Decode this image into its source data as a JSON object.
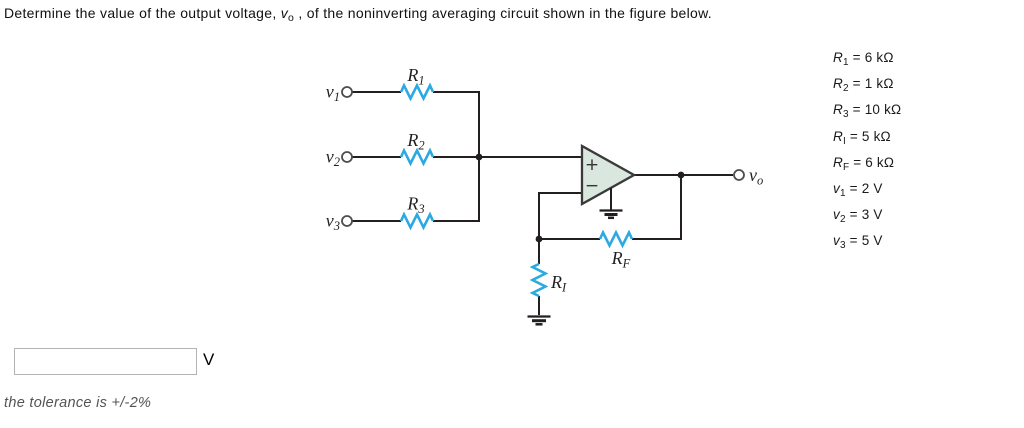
{
  "title": {
    "prefix": "Determine the value of the output voltage, ",
    "var": "v",
    "sub": "o",
    "suffix": " , of the noninverting averaging circuit shown in the figure below."
  },
  "circuit": {
    "colors": {
      "wire": "#231f20",
      "resistor": "#2aa9e2",
      "opamp_fill": "#d9e7de",
      "opamp_stroke": "#3a3a3a"
    },
    "labels": {
      "input1": {
        "var": "v",
        "sub": "1"
      },
      "input2": {
        "var": "v",
        "sub": "2"
      },
      "input3": {
        "var": "v",
        "sub": "3"
      },
      "r1": {
        "var": "R",
        "sub": "1"
      },
      "r2": {
        "var": "R",
        "sub": "2"
      },
      "r3": {
        "var": "R",
        "sub": "3"
      },
      "rf": {
        "var": "R",
        "sub": "F"
      },
      "ri": {
        "var": "R",
        "sub": "I"
      },
      "vout": {
        "var": "v",
        "sub": "o"
      },
      "plus": "+",
      "minus": "−"
    }
  },
  "values": [
    {
      "var": "R",
      "sub": "1",
      "rest": " = 6 kΩ"
    },
    {
      "var": "R",
      "sub": "2",
      "rest": " = 1 kΩ"
    },
    {
      "var": "R",
      "sub": "3",
      "rest": " = 10 kΩ"
    },
    {
      "var": "R",
      "sub": "I",
      "rest": " = 5 kΩ"
    },
    {
      "var": "R",
      "sub": "F",
      "rest": " = 6 kΩ"
    },
    {
      "var": "v",
      "sub": "1",
      "rest": " = 2 V"
    },
    {
      "var": "v",
      "sub": "2",
      "rest": " = 3 V"
    },
    {
      "var": "v",
      "sub": "3",
      "rest": " = 5 V"
    }
  ],
  "answer": {
    "value": "",
    "unit_label": "V"
  },
  "tolerance_note": "the tolerance is +/-2%"
}
